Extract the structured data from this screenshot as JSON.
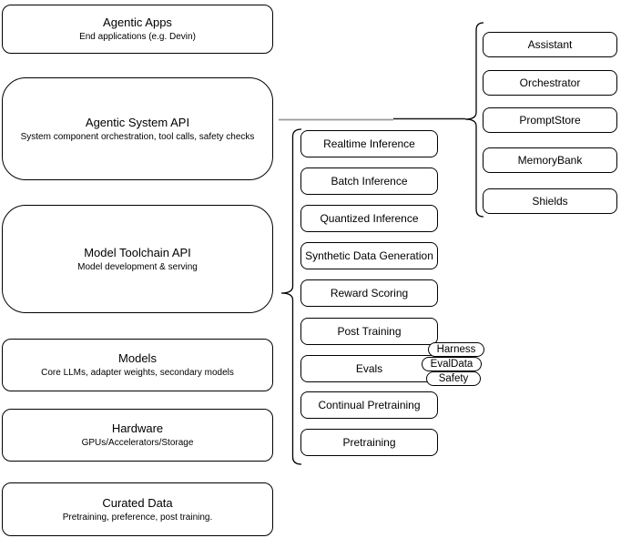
{
  "left_boxes": [
    {
      "title": "Agentic Apps",
      "subtitle": "End applications (e.g. Devin)"
    },
    {
      "title": "Agentic System API",
      "subtitle": "System component orchestration, tool calls, safety checks"
    },
    {
      "title": "Model Toolchain API",
      "subtitle": "Model development & serving"
    },
    {
      "title": "Models",
      "subtitle": "Core LLMs, adapter weights, secondary models"
    },
    {
      "title": "Hardware",
      "subtitle": "GPUs/Accelerators/Storage"
    },
    {
      "title": "Curated Data",
      "subtitle": "Pretraining, preference, post training."
    }
  ],
  "middle_boxes": [
    "Realtime Inference",
    "Batch Inference",
    "Quantized Inference",
    "Synthetic Data Generation",
    "Reward Scoring",
    "Post Training",
    "Evals",
    "Continual Pretraining",
    "Pretraining"
  ],
  "evals_tags": [
    "Harness",
    "EvalData",
    "Safety"
  ],
  "right_boxes": [
    "Assistant",
    "Orchestrator",
    "PromptStore",
    "MemoryBank",
    "Shields"
  ],
  "colors": {
    "stroke": "#000000",
    "connector_gray": "#999999",
    "connector_dark": "#1a1a1a",
    "background": "#ffffff",
    "text": "#000000"
  }
}
